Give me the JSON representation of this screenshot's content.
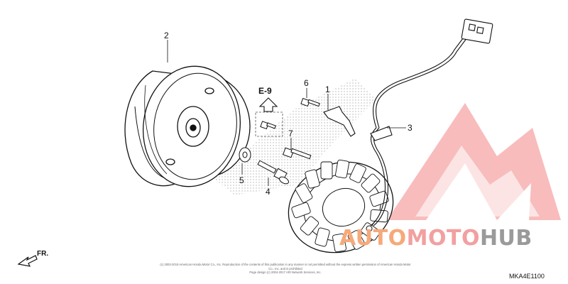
{
  "callouts": {
    "c1": "1",
    "c2": "2",
    "c3": "3",
    "c4": "4",
    "c5": "5",
    "c6": "6",
    "c7": "7"
  },
  "reference": "E-9",
  "direction_label": "FR.",
  "diagram_code": "MKA4E1100",
  "copyright": {
    "line1": "(c) 2003-2019 American Honda Motor Co., Inc. Reproduction of the contents of this publication in any manner is not permitted without the express written permission of American Honda Motor Co., Inc. and is prohibited",
    "line2": "Page design (c) 2004-2017 ARI Network Services, Inc."
  },
  "watermark": {
    "part_a": "AUTO",
    "part_b": "MOTO",
    "part_c": "HUB",
    "colors": {
      "red": "#e83a3a",
      "orange": "#f29a5a",
      "gray": "#777777"
    }
  }
}
